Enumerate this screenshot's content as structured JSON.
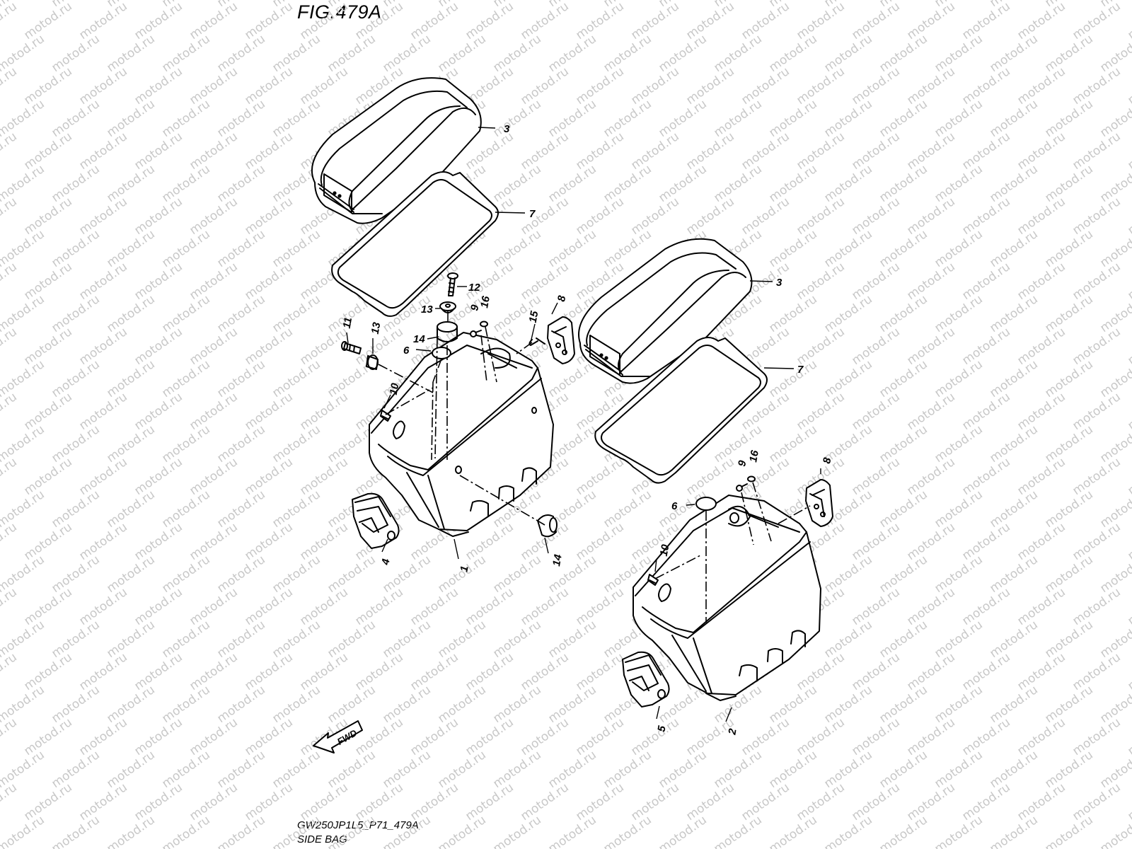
{
  "figure": {
    "title": "FIG.479A",
    "model_code": "GW250JP1L5_P71_479A",
    "caption": "SIDE BAG"
  },
  "watermark": {
    "text": "motod.ru",
    "color": "#c8c8c8"
  },
  "fwd_arrow": {
    "label": "FWD",
    "icon": "fwd-arrow-icon"
  },
  "callouts": [
    {
      "id": "c-3a",
      "label": "3"
    },
    {
      "id": "c-7a",
      "label": "7"
    },
    {
      "id": "c-12",
      "label": "12"
    },
    {
      "id": "c-13a",
      "label": "13"
    },
    {
      "id": "c-9a",
      "label": "9"
    },
    {
      "id": "c-16a",
      "label": "16"
    },
    {
      "id": "c-11",
      "label": "11"
    },
    {
      "id": "c-13b",
      "label": "13"
    },
    {
      "id": "c-14a",
      "label": "14"
    },
    {
      "id": "c-6a",
      "label": "6"
    },
    {
      "id": "c-15",
      "label": "15"
    },
    {
      "id": "c-8a",
      "label": "8"
    },
    {
      "id": "c-10a",
      "label": "10"
    },
    {
      "id": "c-4",
      "label": "4"
    },
    {
      "id": "c-1",
      "label": "1"
    },
    {
      "id": "c-14b",
      "label": "14"
    },
    {
      "id": "c-3b",
      "label": "3"
    },
    {
      "id": "c-7b",
      "label": "7"
    },
    {
      "id": "c-9b",
      "label": "9"
    },
    {
      "id": "c-16b",
      "label": "16"
    },
    {
      "id": "c-8b",
      "label": "8"
    },
    {
      "id": "c-6b",
      "label": "6"
    },
    {
      "id": "c-10b",
      "label": "10"
    },
    {
      "id": "c-5",
      "label": "5"
    },
    {
      "id": "c-2",
      "label": "2"
    }
  ]
}
